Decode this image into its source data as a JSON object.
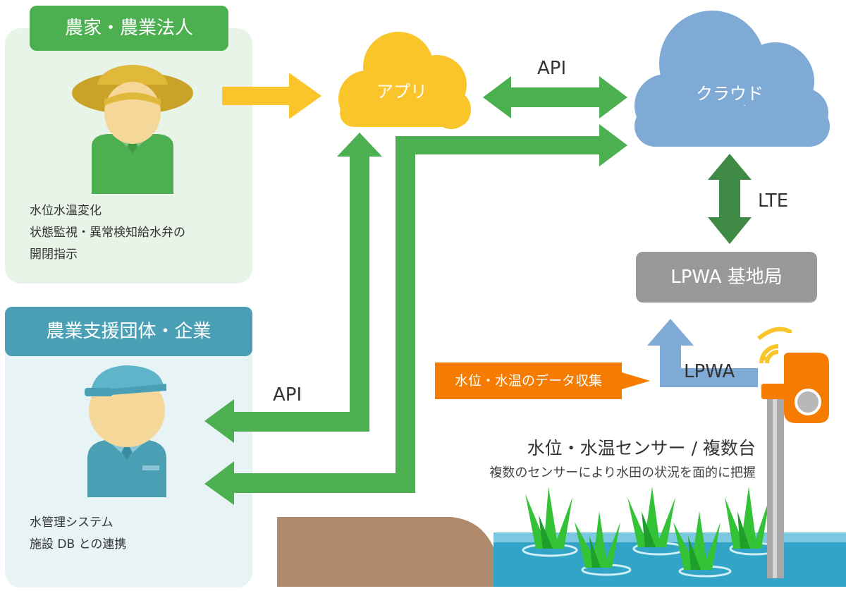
{
  "farmer": {
    "tag": "農家・農業法人",
    "lines": [
      "水位水温変化",
      "状態監視・異常検知給水弁の",
      "開閉指示"
    ]
  },
  "support": {
    "tag": "農業支援団体・企業",
    "lines": [
      "水管理システム",
      "施設 DB との連携"
    ]
  },
  "app_cloud": {
    "label": "アプリ"
  },
  "cloud": {
    "label": "クラウド"
  },
  "labels": {
    "api_top": "API",
    "api_left": "API",
    "lte": "LTE",
    "lpwa": "LPWA"
  },
  "base_station": {
    "label": "LPWA 基地局"
  },
  "data_collect": {
    "label": "水位・水温のデータ収集"
  },
  "sensor": {
    "title": "水位・水温センサー / 複数台",
    "subtitle": "複数のセンサーにより水田の状況を面的に把握"
  },
  "colors": {
    "farmer_green": "#4caf50",
    "support_teal": "#4a9fb5",
    "app_yellow": "#f9c52a",
    "cloud_blue": "#7faad6",
    "arrow_green": "#4caf50",
    "lte_green": "#3f8a45",
    "base_gray": "#999999",
    "orange": "#f57c00"
  }
}
